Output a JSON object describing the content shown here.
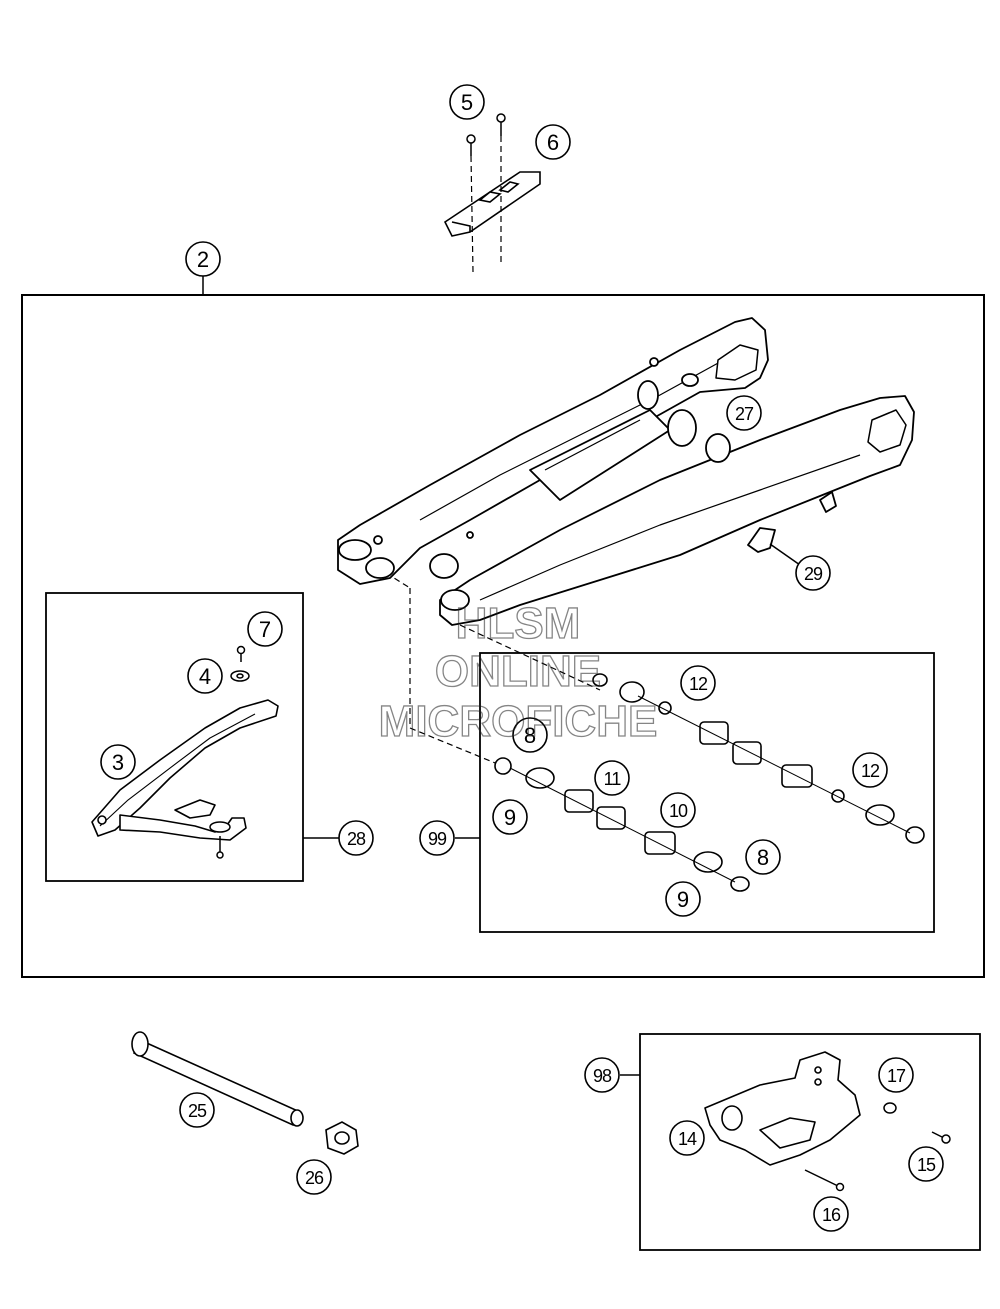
{
  "watermark": {
    "line1": "HLSM",
    "line2": "ONLINE",
    "line3": "MICROFICHE"
  },
  "callouts": {
    "c2": "2",
    "c3": "3",
    "c4": "4",
    "c5": "5",
    "c6": "6",
    "c7": "7",
    "c8a": "8",
    "c8b": "8",
    "c9a": "9",
    "c9b": "9",
    "c10": "10",
    "c11": "11",
    "c12a": "12",
    "c12b": "12",
    "c14": "14",
    "c15": "15",
    "c16": "16",
    "c17": "17",
    "c25": "25",
    "c26": "26",
    "c27": "27",
    "c28": "28",
    "c29": "29",
    "c98": "98",
    "c99": "99"
  },
  "colors": {
    "line": "#000000",
    "part_fill": "#ffffff",
    "shade": "#d9d9d9"
  }
}
